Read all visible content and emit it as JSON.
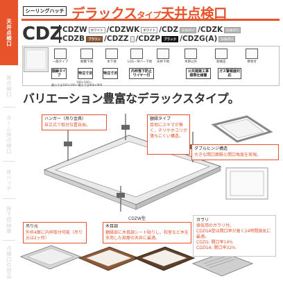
{
  "sidenav": {
    "items": [
      {
        "label": "天井点検口",
        "active": true
      },
      {
        "label": "床点検口",
        "active": false
      },
      {
        "label": "ホーム床点検口",
        "active": false
      },
      {
        "label": "床ハッチ",
        "active": false
      },
      {
        "label": "床下収納庫",
        "active": false
      },
      {
        "label": "点検口の部品",
        "active": false
      }
    ]
  },
  "header": {
    "series_tag": "シーリングハッチ",
    "title_a": "デラックス",
    "title_b": "タイプ",
    "title_c": "天井点検口"
  },
  "model": {
    "main": "CDZ",
    "line1": [
      {
        "code": "CDZW",
        "chip": "ホワイト",
        "chip_style": "white"
      },
      {
        "code": "/CDZWK",
        "chip": "ホワイト",
        "chip_style": "white"
      },
      {
        "code": "/CDZ",
        "chip": "シルバー",
        "chip_style": "silver"
      },
      {
        "code": "/CDZK",
        "chip": "シルバー",
        "chip_style": "silver"
      }
    ],
    "line2": [
      {
        "code": "CDZB",
        "chip": "ブラウン",
        "chip_style": "brown"
      },
      {
        "code": "/CDZZ",
        "chip": "",
        "chip_style": "ivory"
      },
      {
        "code": "/CDZP",
        "chip": "ブラック",
        "chip_style": "black"
      },
      {
        "code": "/CDZG(A)",
        "chip": "シルバー",
        "chip_style": "silver"
      }
    ]
  },
  "features": {
    "items": [
      {
        "label": "一般タイプ",
        "icon": "flush-frame-icon"
      },
      {
        "label": "耐震下地",
        "icon": "earthquake-icon"
      },
      {
        "label": "木下地",
        "icon": "wood-base-icon"
      },
      {
        "label": "LGS・Mバー下地",
        "icon": "lgs-icon"
      },
      {
        "label": "天井下地",
        "icon": "ceiling-icon"
      },
      {
        "label": "木目以外",
        "icon": "grain-icon"
      },
      {
        "label": "耐風圧",
        "icon": "wind-icon"
      },
      {
        "label": "目地付",
        "icon": "joint-icon"
      }
    ],
    "badges": [
      {
        "label": "額縁タイプ"
      },
      {
        "label": "特注寸法"
      },
      {
        "label": "特注寸法"
      },
      {
        "label": "内枠落下防止ワイヤー付"
      },
      {
        "label": "公共建築工事標準仕様書"
      },
      {
        "label": "ガス警報器対応"
      }
    ],
    "notes": [
      "100×100〜",
      "最小寸法100×100〜最大寸法900×900"
    ]
  },
  "variation_heading": {
    "a": "バリエーション豊富な",
    "b": "デラックスタイプ",
    "c": "。"
  },
  "callouts": {
    "hanger": {
      "title": "ハンガー（吊り金具）",
      "body": "自立式で取付位置自由。"
    },
    "gakubuchi": {
      "title": "額縁タイプ",
      "body": "目地にスキマが無く、チリやホコリが落ちにくい構造。"
    },
    "double_hinge": {
      "title": "ダブルヒンジ構造",
      "body": "大きな開口面積と開口角度を実現。"
    },
    "suriawase": {
      "title": "吊り元",
      "body": "外枠4面に内枠取付可能（吊り元は2ヶ所）"
    },
    "mokume": {
      "title": "木目調",
      "body": "額縁部に木目調シート貼りし、和室など木を多用した部屋の天井に最適。"
    },
    "glass": {
      "title": "ガラリ",
      "body": "換気用のガラリ付。",
      "line2": "CDZGA型は開口率が高く24時間換気に最適。",
      "line3": "CDZG: 開口率14%",
      "line4": "CDZGA: 開口率32%"
    }
  },
  "product_label": "CDZW型",
  "colors": {
    "accent": "#e7532b",
    "nav_inactive_text": "#d9d2cc",
    "dark": "#333333"
  }
}
